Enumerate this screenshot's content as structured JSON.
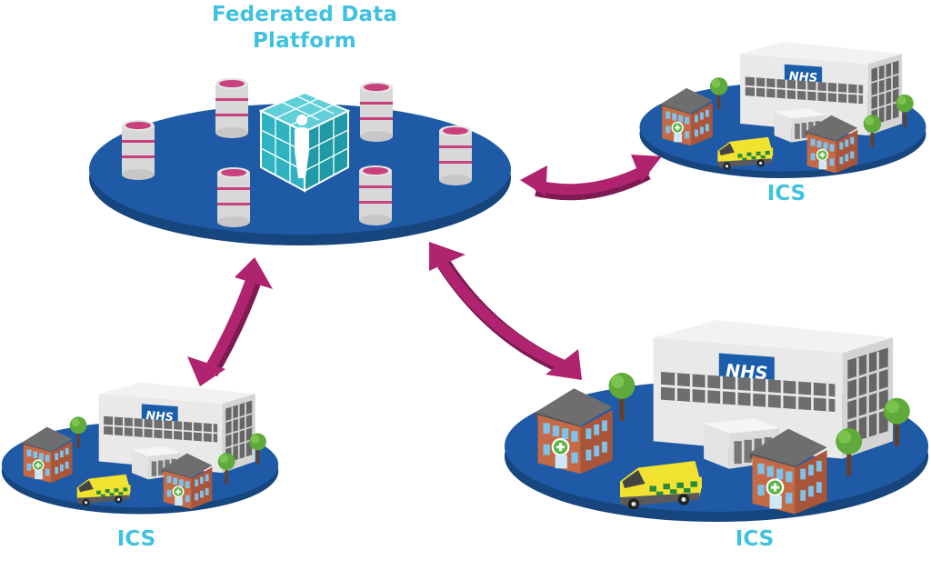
{
  "title": "Federated Data Platform",
  "title_lines": [
    "Federated Data",
    "Platform"
  ],
  "hub": {
    "name": "Federated Data Platform",
    "center_icon": "person-cube-icon",
    "database_count": 6
  },
  "nodes": [
    {
      "id": "ics-top-right",
      "label": "ICS",
      "sign": "NHS"
    },
    {
      "id": "ics-bottom-left",
      "label": "ICS",
      "sign": "NHS"
    },
    {
      "id": "ics-bottom-right",
      "label": "ICS",
      "sign": "NHS"
    }
  ],
  "connections": [
    {
      "from": "Federated Data Platform",
      "to": "ICS (top-right)",
      "type": "bidirectional"
    },
    {
      "from": "Federated Data Platform",
      "to": "ICS (bottom-left)",
      "type": "bidirectional"
    },
    {
      "from": "Federated Data Platform",
      "to": "ICS (bottom-right)",
      "type": "bidirectional"
    }
  ],
  "colors": {
    "platform_blue": "#1f5aa6",
    "platform_edge": "#17467f",
    "arrow_magenta": "#b0246f",
    "arrow_shadow": "#7d1a52",
    "label_cyan": "#3fc1df",
    "db_gray": "#d8d8d8",
    "db_pink": "#c8407e",
    "cube_teal": "#2fb3c0",
    "nhs_blue": "#1a5eab",
    "ambulance_yellow": "#f2e230",
    "ambulance_green": "#2a8a3a",
    "tree_green": "#5faa3a",
    "brick": "#c56a46"
  }
}
